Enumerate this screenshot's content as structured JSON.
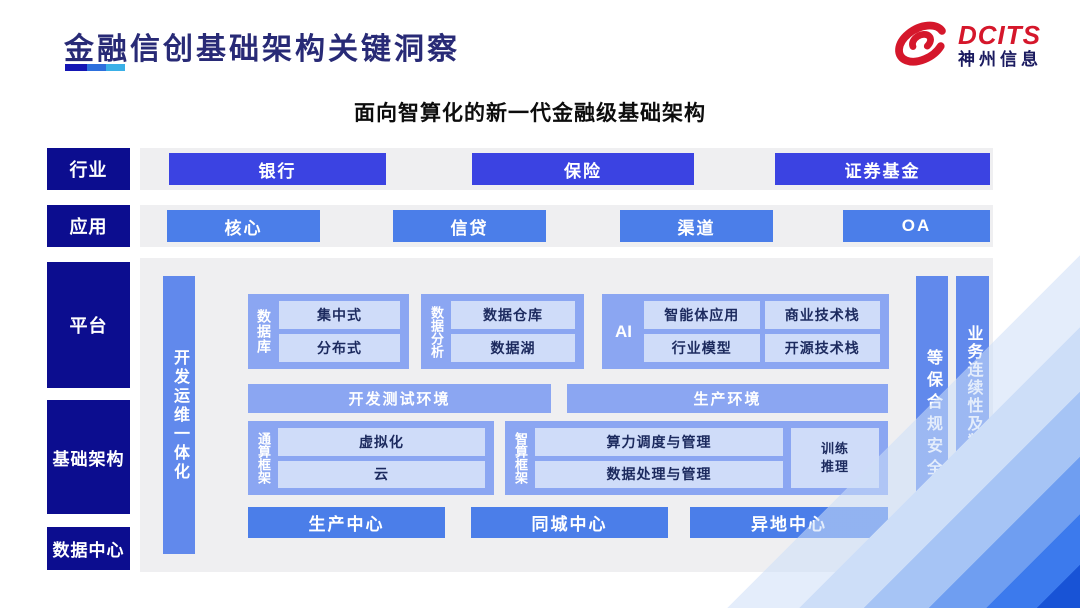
{
  "header": {
    "title": "金融信创基础架构关键洞察"
  },
  "logo": {
    "brand": "DCITS",
    "company": "神州信息"
  },
  "subtitle": "面向智算化的新一代金融级基础架构",
  "rows": {
    "industry": {
      "label": "行业",
      "items": [
        "银行",
        "保险",
        "证券基金"
      ]
    },
    "application": {
      "label": "应用",
      "items": [
        "核心",
        "信贷",
        "渠道",
        "OA"
      ]
    }
  },
  "side_labels": {
    "platform": "平台",
    "infrastructure": "基础架构",
    "datacenter": "数据中心"
  },
  "bars": {
    "devops": "开发运维一体化",
    "security": "等保合规安全",
    "continuity": "业务连续性及数据保护"
  },
  "platform": {
    "database": {
      "label": "数据库",
      "items": [
        "集中式",
        "分布式"
      ]
    },
    "analytics": {
      "label": "数据分析",
      "items": [
        "数据仓库",
        "数据湖"
      ]
    },
    "ai": {
      "label": "AI",
      "items": [
        "智能体应用",
        "商业技术栈",
        "行业模型",
        "开源技术栈"
      ]
    },
    "environments": {
      "dev": "开发测试环境",
      "prod": "生产环境"
    },
    "general": {
      "label": "通算框架",
      "items": [
        "虚拟化",
        "云"
      ]
    },
    "intelligent": {
      "label": "智算框架",
      "items": [
        "算力调度与管理",
        "数据处理与管理"
      ],
      "side_lines": [
        "训练",
        "推理"
      ]
    },
    "centers": [
      "生产中心",
      "同城中心",
      "异地中心"
    ]
  },
  "colors": {
    "navy": "#0c0d8f",
    "royal_blue": "#3b43e2",
    "item_blue": "#4b7ee9",
    "container_blue": "#8ba6f2",
    "bar_blue": "#6189ec",
    "light_box": "#cfdcf9",
    "brand_red": "#d5172b",
    "title_navy": "#282a76"
  }
}
